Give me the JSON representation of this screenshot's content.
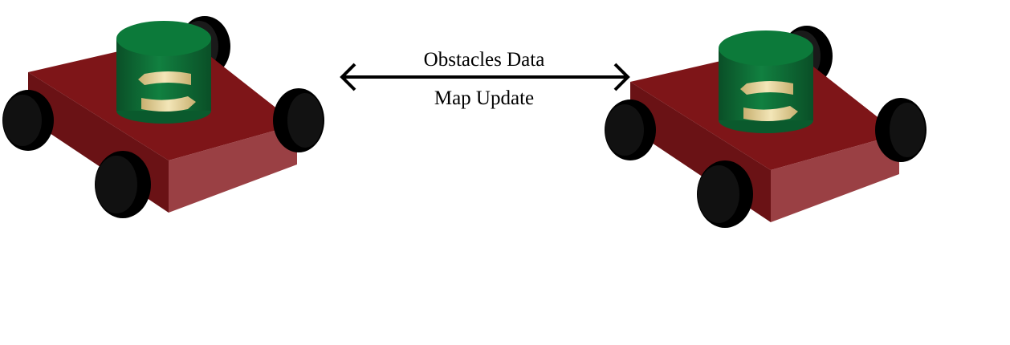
{
  "diagram": {
    "nodes": [
      {
        "id": "robot-left",
        "icon": "mobile-robot-with-data-sync-icon"
      },
      {
        "id": "robot-right",
        "icon": "mobile-robot-with-data-sync-icon"
      }
    ],
    "link": {
      "from": "robot-left",
      "to": "robot-right",
      "direction": "bidirectional",
      "label_top": "Obstacles Data",
      "label_bottom": "Map Update"
    }
  },
  "colors": {
    "chassis_top": "#7e1518",
    "chassis_front": "#9a4044",
    "chassis_side": "#6a1215",
    "wheel": "#000000",
    "cylinder": "#0f6a36",
    "cylinder_top": "#0c7a3a",
    "sync_arrows": "#e8d9a0",
    "arrow": "#000000"
  }
}
